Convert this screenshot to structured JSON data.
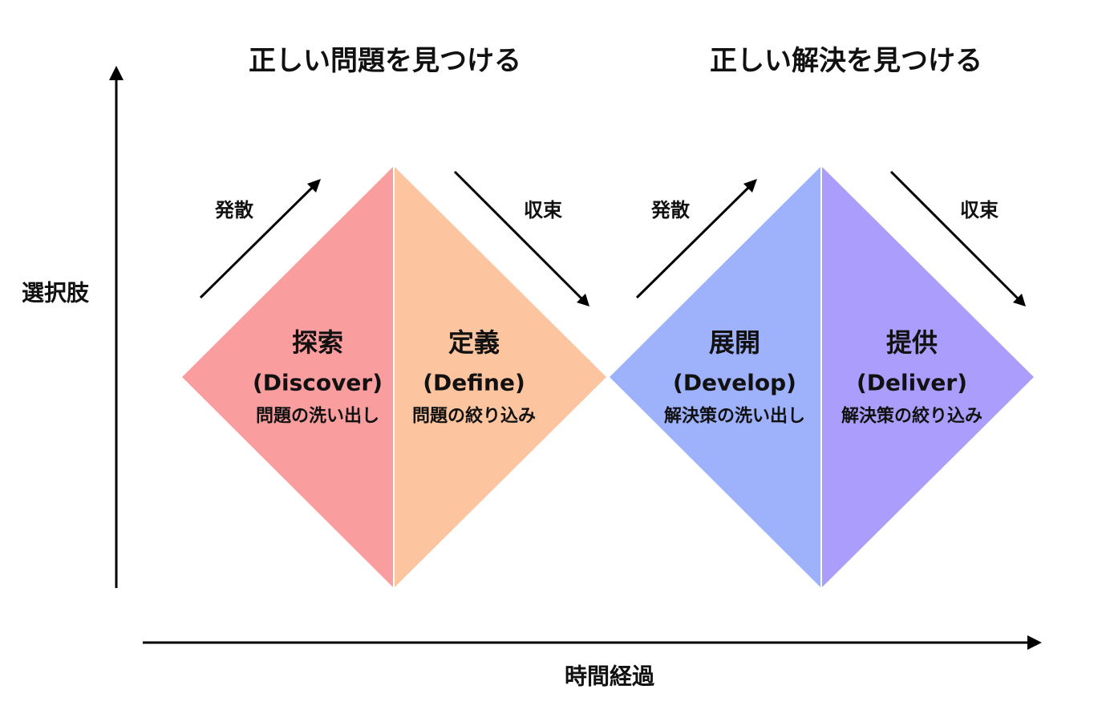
{
  "colors": {
    "discover": "#f99d9e",
    "define": "#fcc49f",
    "develop": "#9eb1fb",
    "deliver": "#aa9dfb",
    "text": "#111111",
    "axis": "#000000"
  },
  "titles": {
    "left": "正しい問題を見つける",
    "right": "正しい解決を見つける"
  },
  "axes": {
    "y_label": "選択肢",
    "x_label": "時間経過"
  },
  "flow_labels": {
    "diverge_1": "発散",
    "converge_1": "収束",
    "diverge_2": "発散",
    "converge_2": "収束"
  },
  "phases": [
    {
      "kanji": "探索",
      "english": "(Discover)",
      "description": "問題の洗い出し"
    },
    {
      "kanji": "定義",
      "english": "(Define)",
      "description": "問題の絞り込み"
    },
    {
      "kanji": "展開",
      "english": "(Develop)",
      "description": "解決策の洗い出し"
    },
    {
      "kanji": "提供",
      "english": "(Deliver)",
      "description": "解決策の絞り込み"
    }
  ]
}
